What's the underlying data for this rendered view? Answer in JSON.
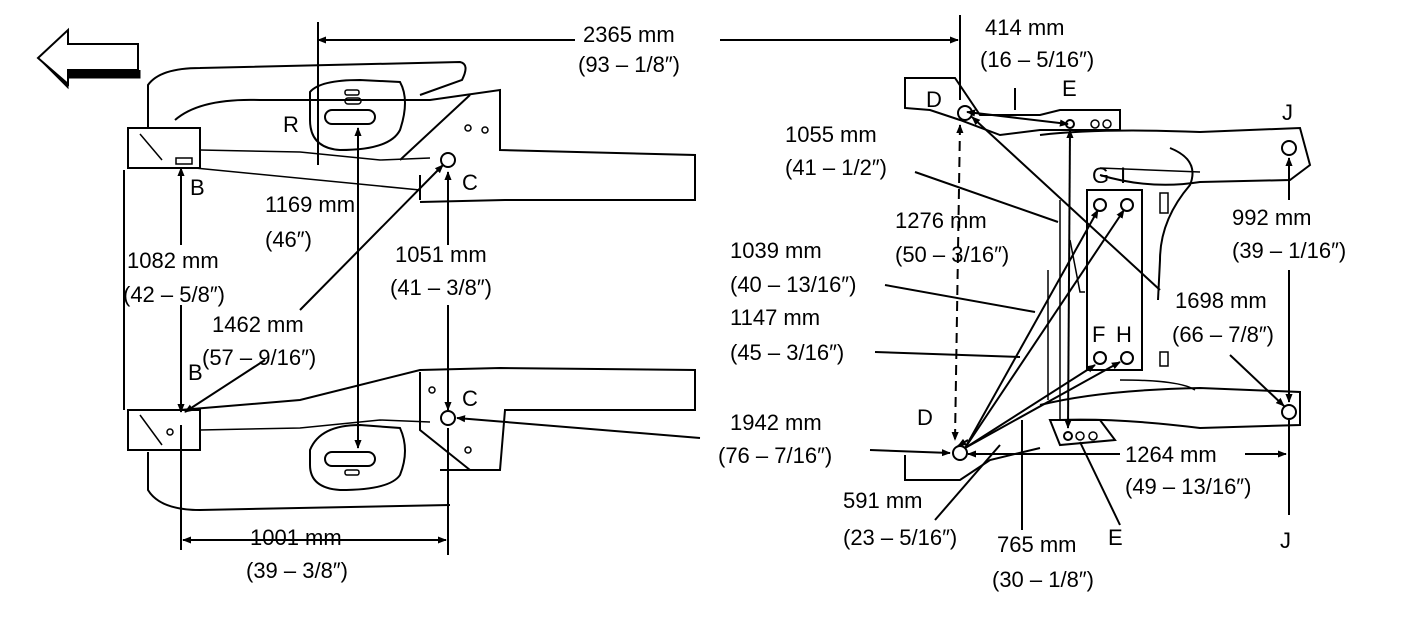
{
  "colors": {
    "line": "#000000",
    "background": "#ffffff"
  },
  "icons": {
    "direction_arrow": "left-arrow-icon"
  },
  "points": {
    "b_upper": "B",
    "b_lower": "B",
    "c_upper": "C",
    "c_lower": "C",
    "r": "R",
    "d_upper": "D",
    "d_lower": "D",
    "e_upper": "E",
    "e_lower": "E",
    "g": "G",
    "i": "I",
    "f": "F",
    "h": "H",
    "j_upper": "J",
    "j_lower": "J"
  },
  "dimensions": [
    {
      "id": "d2365",
      "lines": [
        "2365 mm",
        "(93 – 1/8″)"
      ]
    },
    {
      "id": "d414",
      "lines": [
        "414 mm",
        "(16 – 5/16″)"
      ]
    },
    {
      "id": "d1055",
      "lines": [
        "1055 mm",
        "(41 – 1/2″)"
      ]
    },
    {
      "id": "d1276",
      "lines": [
        "1276 mm",
        "(50 – 3/16″)"
      ]
    },
    {
      "id": "d1039",
      "lines": [
        "1039 mm",
        "(40 – 13/16″)"
      ]
    },
    {
      "id": "d1147",
      "lines": [
        "1147 mm",
        "(45 – 3/16″)"
      ]
    },
    {
      "id": "d992",
      "lines": [
        "992 mm",
        "(39 – 1/16″)"
      ]
    },
    {
      "id": "d1698",
      "lines": [
        "1698 mm",
        "(66 – 7/8″)"
      ]
    },
    {
      "id": "d1942",
      "lines": [
        "1942 mm",
        "(76 – 7/16″)"
      ]
    },
    {
      "id": "d1264",
      "lines": [
        "1264 mm",
        "(49 – 13/16″)"
      ]
    },
    {
      "id": "d591",
      "lines": [
        "591 mm",
        "(23 – 5/16″)"
      ]
    },
    {
      "id": "d765",
      "lines": [
        "765 mm",
        "(30 – 1/8″)"
      ]
    },
    {
      "id": "d1169",
      "lines": [
        "1169 mm",
        "(46″)"
      ]
    },
    {
      "id": "d1082",
      "lines": [
        "1082 mm",
        "(42 – 5/8″)"
      ]
    },
    {
      "id": "d1051",
      "lines": [
        "1051 mm",
        "(41 – 3/8″)"
      ]
    },
    {
      "id": "d1462",
      "lines": [
        "1462 mm",
        "(57 – 9/16″)"
      ]
    },
    {
      "id": "d1001",
      "lines": [
        "1001 mm",
        "(39 – 3/8″)"
      ]
    }
  ]
}
